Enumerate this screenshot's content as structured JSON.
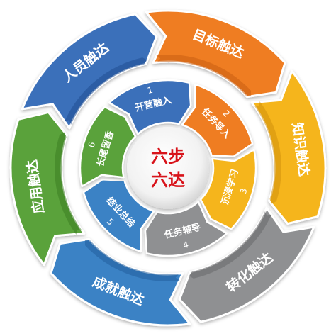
{
  "center": {
    "line1": "六步",
    "line2": "六达"
  },
  "outer_segments": [
    {
      "label": "人员触达",
      "color": "#3a6fba",
      "dark": "#214f92"
    },
    {
      "label": "目标触达",
      "color": "#ef7d22",
      "dark": "#c85f12"
    },
    {
      "label": "知识触达",
      "color": "#f5b51c",
      "dark": "#d08f0c"
    },
    {
      "label": "转化触达",
      "color": "#8f9092",
      "dark": "#67686a"
    },
    {
      "label": "成就触达",
      "color": "#3a82c5",
      "dark": "#235f9c"
    },
    {
      "label": "应用触达",
      "color": "#5aa23a",
      "dark": "#3c7e23"
    }
  ],
  "inner_segments": [
    {
      "num": "1",
      "label": "开营融入",
      "color": "#3a6fba"
    },
    {
      "num": "2",
      "label": "任务导入",
      "color": "#ef7d22"
    },
    {
      "num": "3",
      "label": "沉浸学习",
      "color": "#f5b51c"
    },
    {
      "num": "4",
      "label": "任务辅导",
      "color": "#8f9092"
    },
    {
      "num": "5",
      "label": "结业总结",
      "color": "#3a82c5"
    },
    {
      "num": "6",
      "label": "长尾留香",
      "color": "#5aa23a"
    }
  ]
}
